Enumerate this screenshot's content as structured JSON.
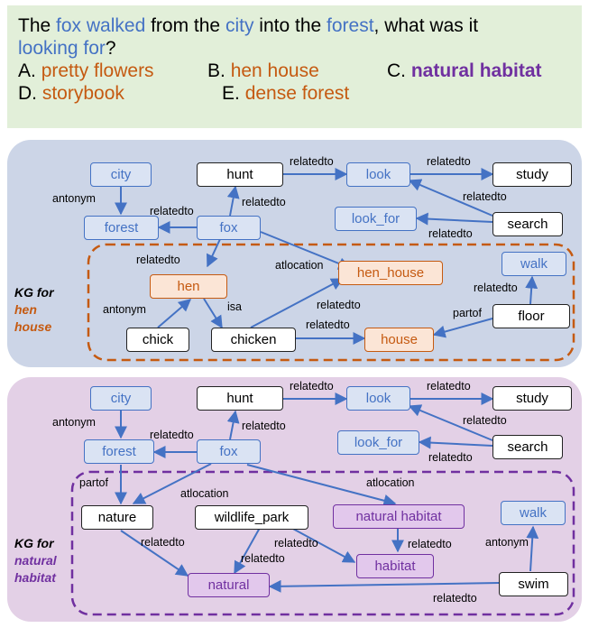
{
  "question": {
    "seg1": "The ",
    "seg2": "fox walked",
    "seg3": " from the ",
    "seg4": "city",
    "seg5": " into the ",
    "seg6": "forest",
    "seg7": ", what was it ",
    "seg8": "looking for",
    "seg9": "?"
  },
  "options": [
    {
      "letter": "A.",
      "text": "pretty flowers"
    },
    {
      "letter": "B.",
      "text": "hen house"
    },
    {
      "letter": "C.",
      "text": "natural habitat"
    },
    {
      "letter": "D.",
      "text": "storybook"
    },
    {
      "letter": "E.",
      "text": "dense forest"
    }
  ],
  "colors": {
    "blue": "#4472c4",
    "orange": "#c55a11",
    "purple": "#7030a0",
    "question_bg": "#e2efd9",
    "kg1_bg": "#ccd5e7",
    "kg2_bg": "#e3d0e6"
  },
  "kg1": {
    "title": [
      "KG for",
      "hen",
      "house"
    ],
    "nodes": {
      "city": "city",
      "hunt": "hunt",
      "look": "look",
      "study": "study",
      "forest": "forest",
      "fox": "fox",
      "look_for": "look_for",
      "search": "search",
      "walk": "walk",
      "hen_house": "hen_house",
      "hen": "hen",
      "floor": "floor",
      "chick": "chick",
      "chicken": "chicken",
      "house": "house"
    },
    "edges": {
      "hunt_look": "relatedto",
      "look_study": "relatedto",
      "search_look": "relatedto",
      "search_lookfor": "relatedto",
      "city_forest": "antonym",
      "fox_forest": "relatedto",
      "fox_hunt": "relatedto",
      "fox_hen": "relatedto",
      "chicken_henhouse": "atlocation",
      "chicken_house_top": "relatedto",
      "floor_walk": "relatedto",
      "chick_hen": "antonym",
      "hen_chicken": "isa",
      "chicken_house": "relatedto",
      "floor_house": "partof"
    }
  },
  "kg2": {
    "title": [
      "KG for",
      "natural",
      "habitat"
    ],
    "nodes": {
      "city": "city",
      "hunt": "hunt",
      "look": "look",
      "study": "study",
      "forest": "forest",
      "fox": "fox",
      "look_for": "look_for",
      "search": "search",
      "nature": "nature",
      "wildlife_park": "wildlife_park",
      "natural_habitat": "natural habitat",
      "walk": "walk",
      "habitat": "habitat",
      "natural": "natural",
      "swim": "swim"
    },
    "edges": {
      "hunt_look": "relatedto",
      "look_study": "relatedto",
      "search_look": "relatedto",
      "search_lookfor": "relatedto",
      "city_forest": "antonym",
      "fox_forest": "relatedto",
      "fox_hunt": "relatedto",
      "forest_nature": "partof",
      "fox_nature": "atlocation",
      "fox_nh": "atlocation",
      "swim_walk": "antonym",
      "nature_natural": "relatedto",
      "wp_natural": "relatedto",
      "wp_habitat": "relatedto",
      "nh_habitat": "relatedto",
      "swim_natural": "relatedto"
    }
  }
}
